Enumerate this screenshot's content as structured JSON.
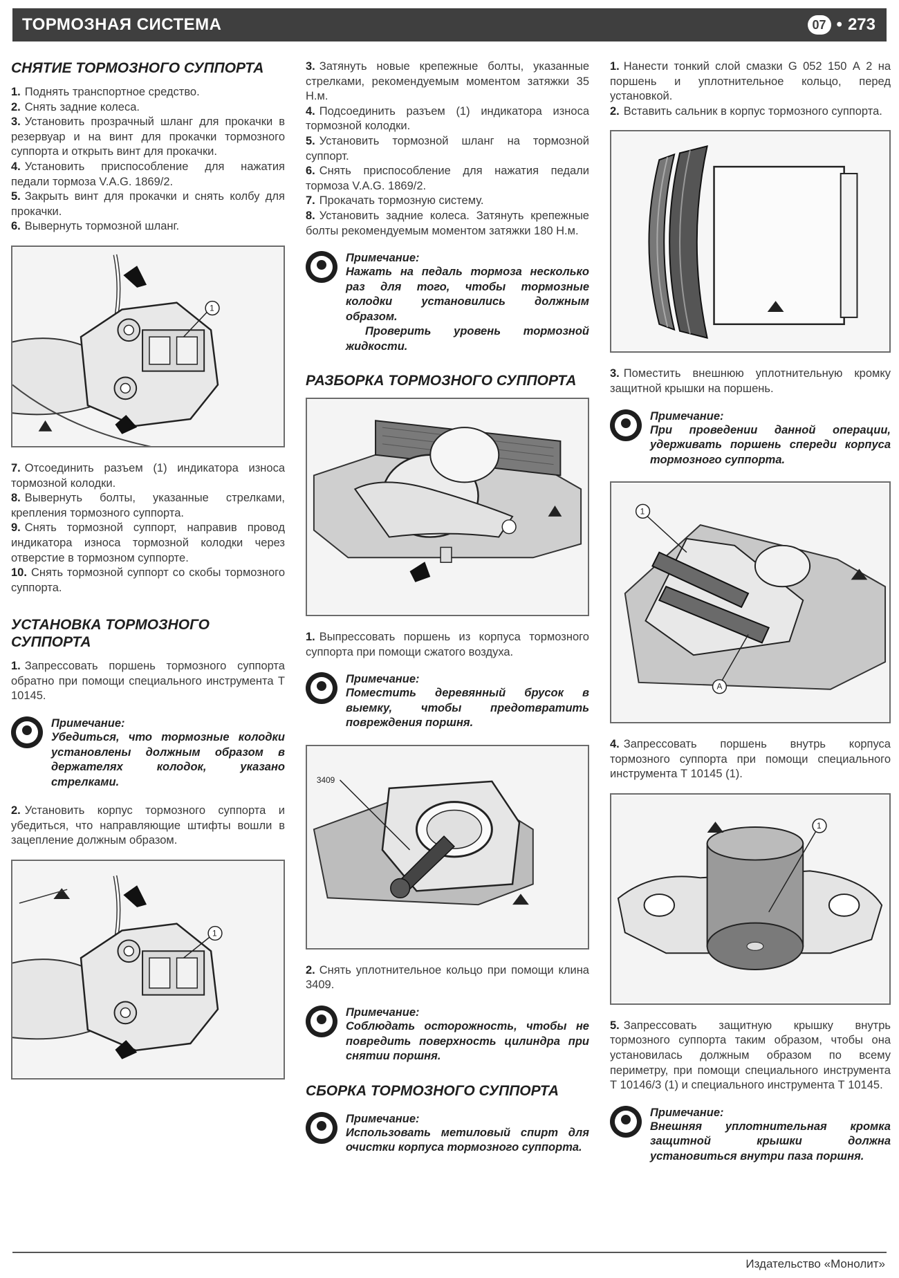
{
  "header": {
    "section_title": "ТОРМОЗНАЯ СИСТЕМА",
    "chapter": "07",
    "page_number": "273"
  },
  "col1": {
    "heading1": "СНЯТИЕ ТОРМОЗНОГО СУППОРТА",
    "steps1": [
      {
        "n": "1.",
        "t": "Поднять транспортное средство."
      },
      {
        "n": "2.",
        "t": "Снять задние колеса."
      },
      {
        "n": "3.",
        "t": "Установить прозрачный шланг для прокачки в резервуар и на винт для прокачки тормозного суппорта и открыть винт для прокачки."
      },
      {
        "n": "4.",
        "t": "Установить приспособление для нажатия педали тормоза V.A.G. 1869/2."
      },
      {
        "n": "5.",
        "t": "Закрыть винт для прокачки и снять колбу для прокачки."
      },
      {
        "n": "6.",
        "t": "Вывернуть тормозной шланг."
      }
    ],
    "fig1_callout": "1",
    "steps2": [
      {
        "n": "7.",
        "t": "Отсоединить разъем (1) индикатора износа тормозной колодки."
      },
      {
        "n": "8.",
        "t": "Вывернуть болты, указанные стрелками, крепления тормозного суппорта."
      },
      {
        "n": "9.",
        "t": "Снять тормозной суппорт, направив провод индикатора износа тормозной колодки через отверстие в тормозном суппорте."
      },
      {
        "n": "10.",
        "t": "Снять тормозной суппорт со скобы тормозного суппорта."
      }
    ],
    "heading2": "УСТАНОВКА ТОРМОЗНОГО СУППОРТА",
    "steps3": [
      {
        "n": "1.",
        "t": "Запрессовать поршень тормозного суппорта обратно при помощи специального инструмента Т 10145."
      }
    ],
    "note1": {
      "title": "Примечание:",
      "text": "Убедиться, что тормозные колодки установлены должным образом в держателях колодок, указано стрелками."
    },
    "steps4": [
      {
        "n": "2.",
        "t": "Установить корпус тормозного суппорта и убедиться, что направляющие штифты вошли в зацепление должным образом."
      }
    ],
    "fig2_callout": "1"
  },
  "col2": {
    "steps1": [
      {
        "n": "3.",
        "t": "Затянуть новые крепежные болты, указанные стрелками, рекомендуемым моментом затяжки 35 Н.м."
      },
      {
        "n": "4.",
        "t": "Подсоединить разъем (1) индикатора износа тормозной колодки."
      },
      {
        "n": "5.",
        "t": "Установить тормозной шланг на тормозной суппорт."
      },
      {
        "n": "6.",
        "t": "Снять приспособление для нажатия педали тормоза V.A.G. 1869/2."
      },
      {
        "n": "7.",
        "t": "Прокачать тормозную систему."
      },
      {
        "n": "8.",
        "t": "Установить задние колеса. Затянуть крепежные болты рекомендуемым моментом затяжки 180 Н.м."
      }
    ],
    "note1": {
      "title": "Примечание:",
      "text": "Нажать на педаль тормоза несколько раз для того, чтобы тормозные колодки установились должным образом.",
      "text2": "Проверить уровень тормозной жидкости."
    },
    "heading1": "РАЗБОРКА ТОРМОЗНОГО СУППОРТА",
    "steps2": [
      {
        "n": "1.",
        "t": "Выпрессовать поршень из корпуса тормозного суппорта при помощи сжатого воздуха."
      }
    ],
    "note2": {
      "title": "Примечание:",
      "text": "Поместить деревянный брусок в выемку, чтобы предотвратить повреждения поршня."
    },
    "fig2_callout": "3409",
    "steps3": [
      {
        "n": "2.",
        "t": "Снять уплотнительное кольцо при помощи клина 3409."
      }
    ],
    "note3": {
      "title": "Примечание:",
      "text": "Соблюдать осторожность, чтобы не повредить поверхность цилиндра при снятии поршня."
    },
    "heading2": "СБОРКА ТОРМОЗНОГО СУППОРТА",
    "note4": {
      "title": "Примечание:",
      "text": "Использовать метиловый спирт для очистки корпуса тормозного суппорта."
    }
  },
  "col3": {
    "steps1": [
      {
        "n": "1.",
        "t": "Нанести тонкий слой смазки G 052 150 А 2 на поршень и уплотнительное кольцо, перед установкой."
      },
      {
        "n": "2.",
        "t": "Вставить сальник в корпус тормозного суппорта."
      }
    ],
    "steps2": [
      {
        "n": "3.",
        "t": "Поместить внешнюю уплотнительную кромку защитной крышки на поршень."
      }
    ],
    "note1": {
      "title": "Примечание:",
      "text": "При проведении данной операции, удерживать поршень спереди корпуса тормозного суппорта."
    },
    "fig2_callouts": [
      "1",
      "A"
    ],
    "steps3": [
      {
        "n": "4.",
        "t": "Запрессовать поршень внутрь корпуса тормозного суппорта при помощи специального инструмента Т 10145 (1)."
      }
    ],
    "fig3_callout": "1",
    "steps4": [
      {
        "n": "5.",
        "t": "Запрессовать защитную крышку внутрь тормозного суппорта таким образом, чтобы она установилась должным образом по всему периметру, при помощи специального инструмента Т 10146/3 (1) и специального инструмента Т 10145."
      }
    ],
    "note2": {
      "title": "Примечание:",
      "text": "Внешняя уплотнительная кромка защитной крышки должна установиться внутри паза поршня."
    }
  },
  "footer": {
    "publisher": "Издательство «Монолит»"
  }
}
